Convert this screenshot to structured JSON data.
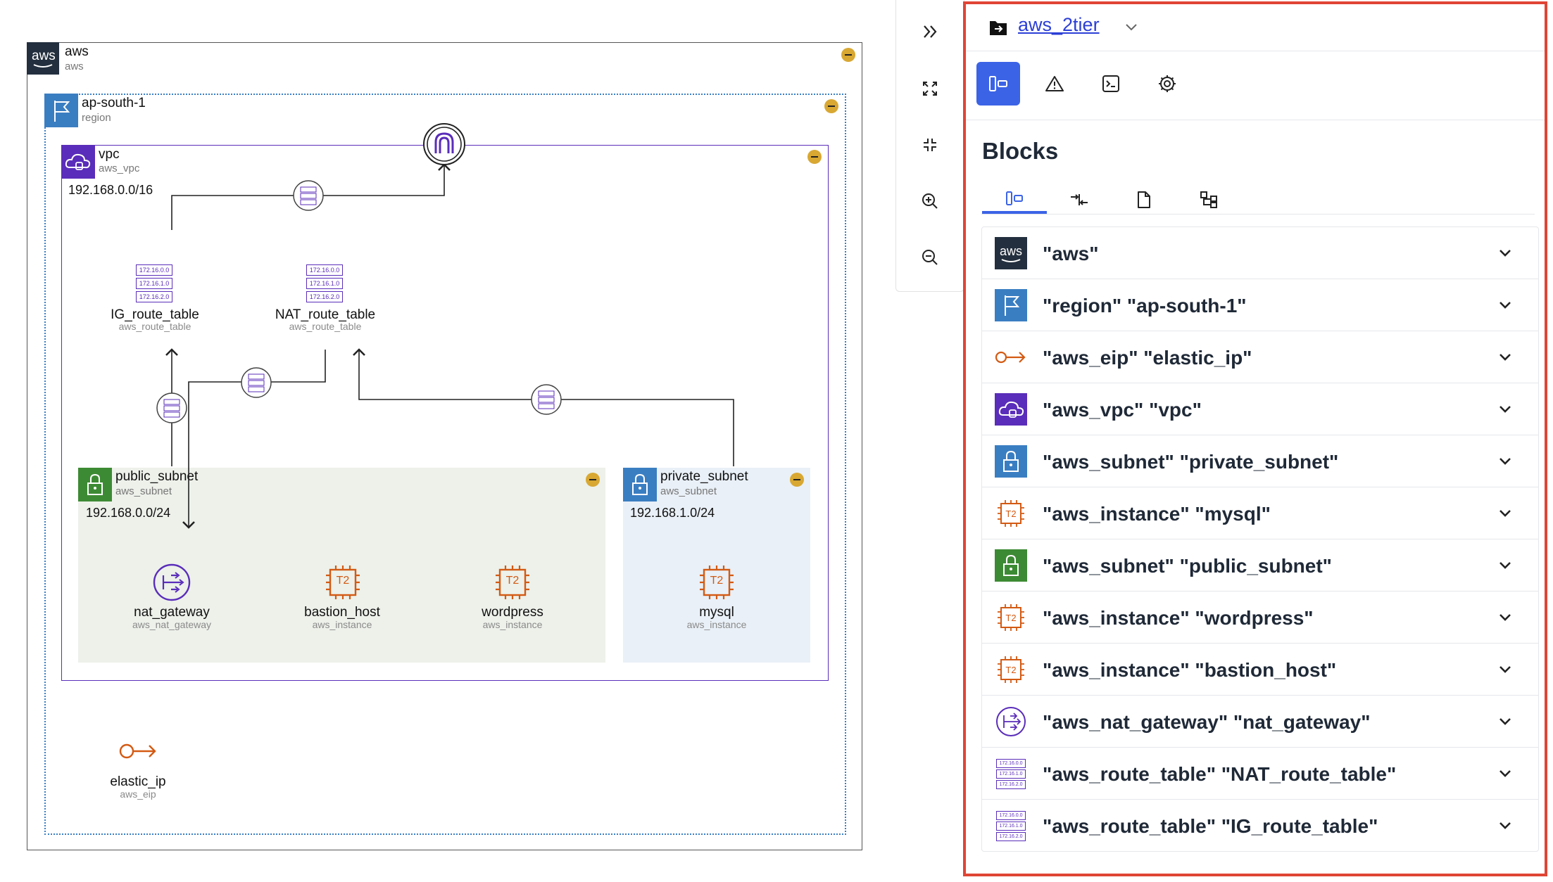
{
  "diagram": {
    "aws": {
      "title": "aws",
      "sub": "aws",
      "logo": "aws"
    },
    "region": {
      "title": "ap-south-1",
      "sub": "region"
    },
    "vpc": {
      "title": "vpc",
      "sub": "aws_vpc",
      "cidr": "192.168.0.0/16"
    },
    "public_subnet": {
      "title": "public_subnet",
      "sub": "aws_subnet",
      "cidr": "192.168.0.0/24"
    },
    "private_subnet": {
      "title": "private_subnet",
      "sub": "aws_subnet",
      "cidr": "192.168.1.0/24"
    },
    "ig_route_table": {
      "name": "IG_route_table",
      "type": "aws_route_table"
    },
    "nat_route_table": {
      "name": "NAT_route_table",
      "type": "aws_route_table"
    },
    "nat_gateway": {
      "name": "nat_gateway",
      "type": "aws_nat_gateway"
    },
    "bastion_host": {
      "name": "bastion_host",
      "type": "aws_instance"
    },
    "wordpress": {
      "name": "wordpress",
      "type": "aws_instance"
    },
    "mysql": {
      "name": "mysql",
      "type": "aws_instance"
    },
    "elastic_ip": {
      "name": "elastic_ip",
      "type": "aws_eip"
    },
    "route_ips": [
      "172.16.0.0",
      "172.16.1.0",
      "172.16.2.0"
    ],
    "instance_badge": "T2"
  },
  "toolbar": {
    "icons": [
      "expand-panel-icon",
      "fullscreen-icon",
      "exit-fullscreen-icon",
      "zoom-in-icon",
      "zoom-out-icon"
    ]
  },
  "panel": {
    "project_name": "aws_2tier",
    "heading": "Blocks",
    "blocks": [
      {
        "label": "\"aws\"",
        "icon": "aws"
      },
      {
        "label": "\"region\" \"ap-south-1\"",
        "icon": "region"
      },
      {
        "label": "\"aws_eip\" \"elastic_ip\"",
        "icon": "eip"
      },
      {
        "label": "\"aws_vpc\" \"vpc\"",
        "icon": "vpc"
      },
      {
        "label": "\"aws_subnet\" \"private_subnet\"",
        "icon": "private_subnet"
      },
      {
        "label": "\"aws_instance\" \"mysql\"",
        "icon": "instance"
      },
      {
        "label": "\"aws_subnet\" \"public_subnet\"",
        "icon": "public_subnet"
      },
      {
        "label": "\"aws_instance\" \"wordpress\"",
        "icon": "instance"
      },
      {
        "label": "\"aws_instance\" \"bastion_host\"",
        "icon": "instance"
      },
      {
        "label": "\"aws_nat_gateway\" \"nat_gateway\"",
        "icon": "nat"
      },
      {
        "label": "\"aws_route_table\" \"NAT_route_table\"",
        "icon": "route_table"
      },
      {
        "label": "\"aws_route_table\" \"IG_route_table\"",
        "icon": "route_table"
      }
    ]
  },
  "colors": {
    "accent": "#3b63e6",
    "panel_border": "#e04535",
    "link": "#2c3fd6",
    "vpc_purple": "#5a2dba",
    "region_blue": "#3a7ec2",
    "public_green": "#3d8a34",
    "instance_orange": "#d35a13",
    "collapse_gold": "#d8a833",
    "public_bg": "#edf1ea",
    "private_bg": "#e9f0f7"
  }
}
